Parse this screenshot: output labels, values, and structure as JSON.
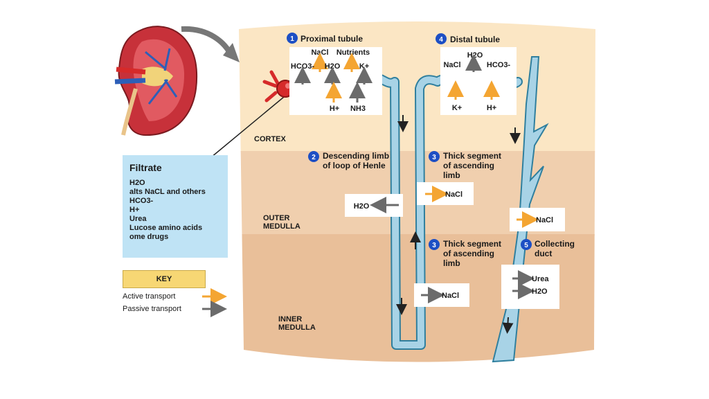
{
  "colors": {
    "cortex": "#fbe6c4",
    "outer_medulla": "#f0cfae",
    "inner_medulla": "#e9bf99",
    "tubule": "#a8d3e6",
    "tubule_outline": "#2f7f9e",
    "active": "#f4a532",
    "passive": "#6b6b6b",
    "badge": "#1d4fc4",
    "filtrate_bg": "#bfe3f5",
    "key_bg": "#f7d774"
  },
  "zones": {
    "cortex": "CORTEX",
    "outer_medulla": [
      "OUTER",
      "MEDULLA"
    ],
    "inner_medulla": [
      "INNER",
      "MEDULLA"
    ]
  },
  "segments": {
    "proximal": {
      "num": "1",
      "label": "Proximal tubule"
    },
    "descending": {
      "num": "2",
      "label": [
        "Descending limb",
        "of loop of Henle"
      ]
    },
    "thick_ascending_upper": {
      "num": "3",
      "label": [
        "Thick segment",
        "of ascending",
        "limb"
      ]
    },
    "thick_ascending_lower": {
      "num": "3",
      "label": [
        "Thick segment",
        "of ascending",
        "limb"
      ]
    },
    "distal": {
      "num": "4",
      "label": "Distal tubule"
    },
    "collecting": {
      "num": "5",
      "label": [
        "Collecting",
        "duct"
      ]
    }
  },
  "proximal_box": {
    "top_out": [
      "NaCl",
      "Nutrients"
    ],
    "mid_out": [
      "HCO3-",
      "H2O",
      "K+"
    ],
    "in": [
      "H+",
      "NH3"
    ]
  },
  "distal_box": {
    "top_out": [
      "H2O"
    ],
    "mid_out": [
      "NaCl",
      "HCO3-"
    ],
    "in": [
      "K+",
      "H+"
    ]
  },
  "transport_boxes": {
    "descending_h2o": "H2O",
    "thick_upper_nacl": "NaCl",
    "thick_lower_nacl": "NaCl",
    "collecting_nacl": "NaCl",
    "collecting_urea": "Urea",
    "collecting_h2o": "H2O"
  },
  "filtrate": {
    "title": "Filtrate",
    "items": [
      "H2O",
      "alts NaCL and others",
      "HCO3-",
      "H+",
      "Urea",
      "Lucose amino acids",
      "ome drugs"
    ]
  },
  "key": {
    "title": "KEY",
    "active_label": "Active transport",
    "passive_label": "Passive transport"
  }
}
